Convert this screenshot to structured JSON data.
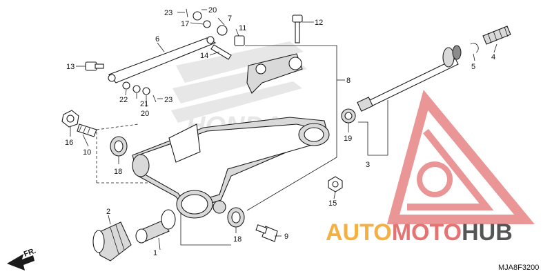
{
  "diagram_code": "MJA8F3200",
  "direction_label": "FR.",
  "brand_watermark": "HONDA",
  "logo": {
    "part1": "AUTO",
    "part2": "MOTO",
    "part3": "HUB",
    "color_orange": "#f5b041",
    "color_red": "#e57373",
    "color_grey": "#555555"
  },
  "callouts": [
    {
      "id": "1",
      "label": "1"
    },
    {
      "id": "2",
      "label": "2"
    },
    {
      "id": "3",
      "label": "3"
    },
    {
      "id": "4",
      "label": "4"
    },
    {
      "id": "5",
      "label": "5"
    },
    {
      "id": "6",
      "label": "6"
    },
    {
      "id": "7",
      "label": "7"
    },
    {
      "id": "8",
      "label": "8"
    },
    {
      "id": "9",
      "label": "9"
    },
    {
      "id": "10",
      "label": "10"
    },
    {
      "id": "11",
      "label": "11"
    },
    {
      "id": "12",
      "label": "12"
    },
    {
      "id": "13",
      "label": "13"
    },
    {
      "id": "14",
      "label": "14"
    },
    {
      "id": "15",
      "label": "15"
    },
    {
      "id": "16",
      "label": "16"
    },
    {
      "id": "17",
      "label": "17"
    },
    {
      "id": "18a",
      "label": "18"
    },
    {
      "id": "18b",
      "label": "18"
    },
    {
      "id": "19",
      "label": "19"
    },
    {
      "id": "20a",
      "label": "20"
    },
    {
      "id": "20b",
      "label": "20"
    },
    {
      "id": "21",
      "label": "21"
    },
    {
      "id": "22",
      "label": "22"
    },
    {
      "id": "23a",
      "label": "23"
    },
    {
      "id": "23b",
      "label": "23"
    }
  ]
}
